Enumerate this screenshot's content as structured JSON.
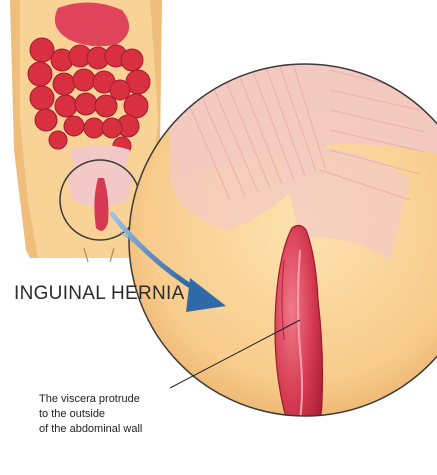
{
  "title": "INGUINAL HERNIA",
  "annotation": {
    "lines": [
      "The viscera protrude",
      "to the outside",
      "of the abdominal wall"
    ]
  },
  "colors": {
    "skin": "#f9d296",
    "skin_dark": "#e9b06e",
    "intestine": "#d83040",
    "hernia_sac": "#d63a52",
    "muscle_fibers": "#f3c9c8",
    "arrow": "#2f6aa8",
    "circle_stroke": "#3a3a3a"
  }
}
